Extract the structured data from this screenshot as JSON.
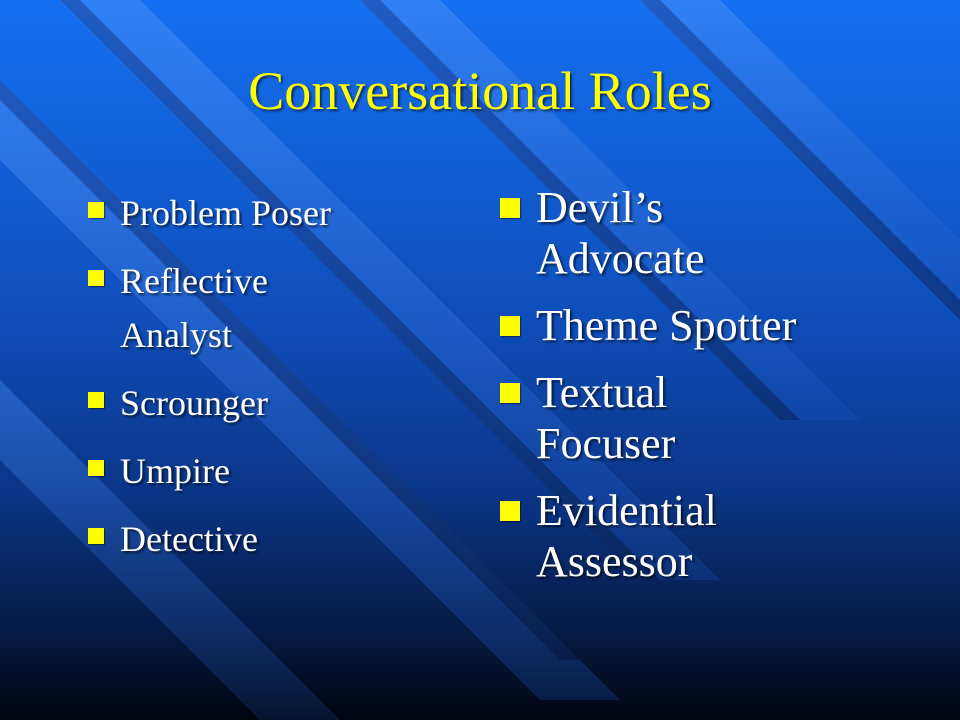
{
  "slide": {
    "title": "Conversational Roles",
    "colors": {
      "title": "#ffff00",
      "text": "#ffffff",
      "bullet": "#ffff00",
      "background_top": "#1470f2",
      "background_bottom": "#02050f"
    },
    "bullet_icon": "square-bullet-icon"
  },
  "left_column": {
    "items": [
      {
        "line1": "Problem Poser",
        "line2": ""
      },
      {
        "line1": "Reflective",
        "line2": "Analyst"
      },
      {
        "line1": "Scrounger",
        "line2": ""
      },
      {
        "line1": "Umpire",
        "line2": ""
      },
      {
        "line1": "Detective",
        "line2": ""
      }
    ]
  },
  "right_column": {
    "items": [
      {
        "line1": "Devil’s",
        "line2": "Advocate"
      },
      {
        "line1": "Theme Spotter",
        "line2": ""
      },
      {
        "line1": "Textual",
        "line2": "Focuser"
      },
      {
        "line1": "Evidential",
        "line2": "Assessor"
      }
    ]
  }
}
